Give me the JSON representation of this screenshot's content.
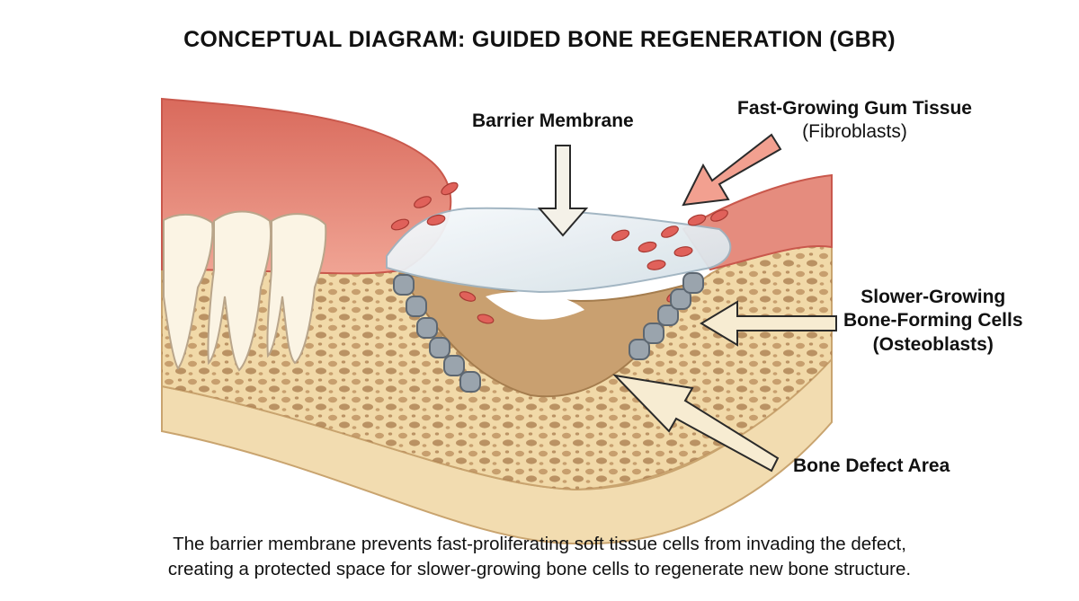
{
  "title": "CONCEPTUAL DIAGRAM: GUIDED BONE REGENERATION (GBR)",
  "labels": {
    "barrier_membrane": "Barrier Membrane",
    "gum_tissue": "Fast-Growing Gum Tissue",
    "gum_tissue_sub": "(Fibroblasts)",
    "bone_cells_line1": "Slower-Growing",
    "bone_cells_line2": "Bone-Forming Cells",
    "bone_cells_line3": "(Osteoblasts)",
    "defect": "Bone Defect Area"
  },
  "caption": {
    "line1": "The barrier membrane prevents fast-proliferating soft tissue cells from invading the defect,",
    "line2": "creating a protected space for slower-growing bone cells to regenerate new bone structure."
  },
  "colors": {
    "gum": "#e58c7e",
    "gum_dark": "#c9584c",
    "bone": "#f1d9a8",
    "bone_pore": "#b98b5a",
    "defect": "#c9a070",
    "membrane": "#e8f0f5",
    "osteoblast": "#9aa4ad",
    "fibroblast": "#e0615a",
    "arrow_pink": "#f2a090",
    "arrow_cream": "#f7ecd2"
  }
}
